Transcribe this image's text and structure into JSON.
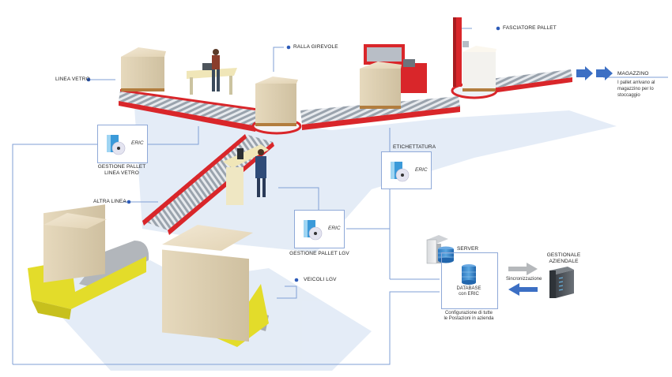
{
  "diagram": {
    "colors": {
      "connector": "#7f9fd6",
      "dot": "#2d5bb8",
      "conveyor_frame": "#d9262a",
      "roller": "#b9c0c8",
      "box": "#e8dcc4",
      "lgv": "#e3dc2a",
      "arrow_blue": "#3c6fc4",
      "arrow_grey": "#b5b8bb",
      "shadow": "#d8e4f3"
    },
    "labels": {
      "linea_vetro": "LINEA VETRO",
      "ralla_girevole": "RALLA GIREVOLE",
      "fasciatore_pallet": "FASCIATORE PALLET",
      "altra_linea": "ALTRA LINEA",
      "veicoli_lgv": "VEICOLI LGV",
      "etichettatura": "ETICHETTATURA"
    },
    "software_boxes": [
      {
        "id": "lineavetro",
        "product": "ERIC",
        "caption_line1": "GESTIONE PALLET",
        "caption_line2": "LINEA VETRO",
        "icon": "software-box-cd-icon"
      },
      {
        "id": "lgv",
        "product": "ERIC",
        "caption_line1": "GESTIONE PALLET LGV",
        "caption_line2": "",
        "icon": "software-box-cd-icon"
      },
      {
        "id": "etichettatura",
        "product": "ERIC",
        "caption_line1": "",
        "caption_line2": "",
        "icon": "software-box-cd-icon"
      }
    ],
    "magazzino": {
      "title": "MAGAZZINO",
      "description": "I pallet arrivano al magazzino per lo stoccaggio",
      "icon": "double-arrow-right-icon"
    },
    "server": {
      "title": "SERVER",
      "database_line1": "DATABASE",
      "database_line2": "con ERIC",
      "caption_line1": "Configurazione di tutte",
      "caption_line2": "le Postazioni in azienda",
      "icon": "server-database-icon"
    },
    "sync": {
      "label": "Sincronizzazione",
      "icon_out": "arrow-right-icon",
      "icon_in": "arrow-left-icon"
    },
    "gestionale": {
      "line1": "GESTIONALE",
      "line2": "AZIENDALE",
      "icon": "rack-server-icon"
    }
  }
}
